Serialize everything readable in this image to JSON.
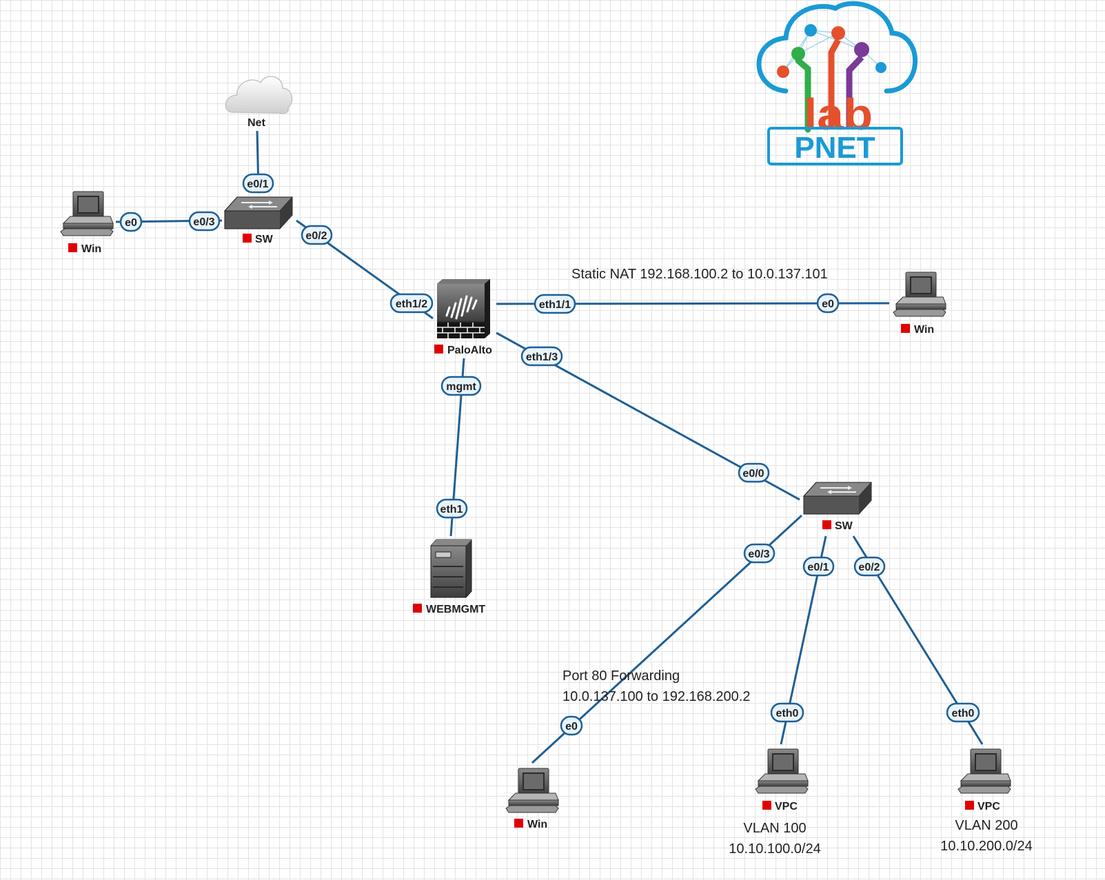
{
  "logo": {
    "text": "PNET",
    "sub": "lab"
  },
  "nodes": {
    "net": "Net",
    "sw_top": "SW",
    "win_left": "Win",
    "paloalto": "PaloAlto",
    "win_right": "Win",
    "webmgmt": "WEBMGMT",
    "sw_bottom": "SW",
    "win_bottom": "Win",
    "vpc1": "VPC",
    "vpc2": "VPC"
  },
  "ports": {
    "net_sw": "e0/1",
    "winleft_e0": "e0",
    "sw_e03": "e0/3",
    "sw_e02": "e0/2",
    "pa_eth12": "eth1/2",
    "pa_eth11": "eth1/1",
    "winright_e0": "e0",
    "pa_eth13": "eth1/3",
    "pa_mgmt": "mgmt",
    "web_eth1": "eth1",
    "sw2_e00": "e0/0",
    "sw2_e03": "e0/3",
    "sw2_e01": "e0/1",
    "sw2_e02": "e0/2",
    "winbot_e0": "e0",
    "vpc1_eth0": "eth0",
    "vpc2_eth0": "eth0"
  },
  "notes": {
    "static_nat": "Static NAT 192.168.100.2 to 10.0.137.101",
    "port_fwd_1": "Port 80 Forwarding",
    "port_fwd_2": "10.0.137.100 to 192.168.200.2",
    "vlan100_1": "VLAN 100",
    "vlan100_2": "10.10.100.0/24",
    "vlan200_1": "VLAN 200",
    "vlan200_2": "10.10.200.0/24"
  },
  "colors": {
    "link": "#1f5f95",
    "status": "#e00000",
    "logo_blue": "#1a9ad6",
    "logo_green": "#2fae4a",
    "logo_red": "#e4502b",
    "logo_purple": "#7a3a97"
  }
}
